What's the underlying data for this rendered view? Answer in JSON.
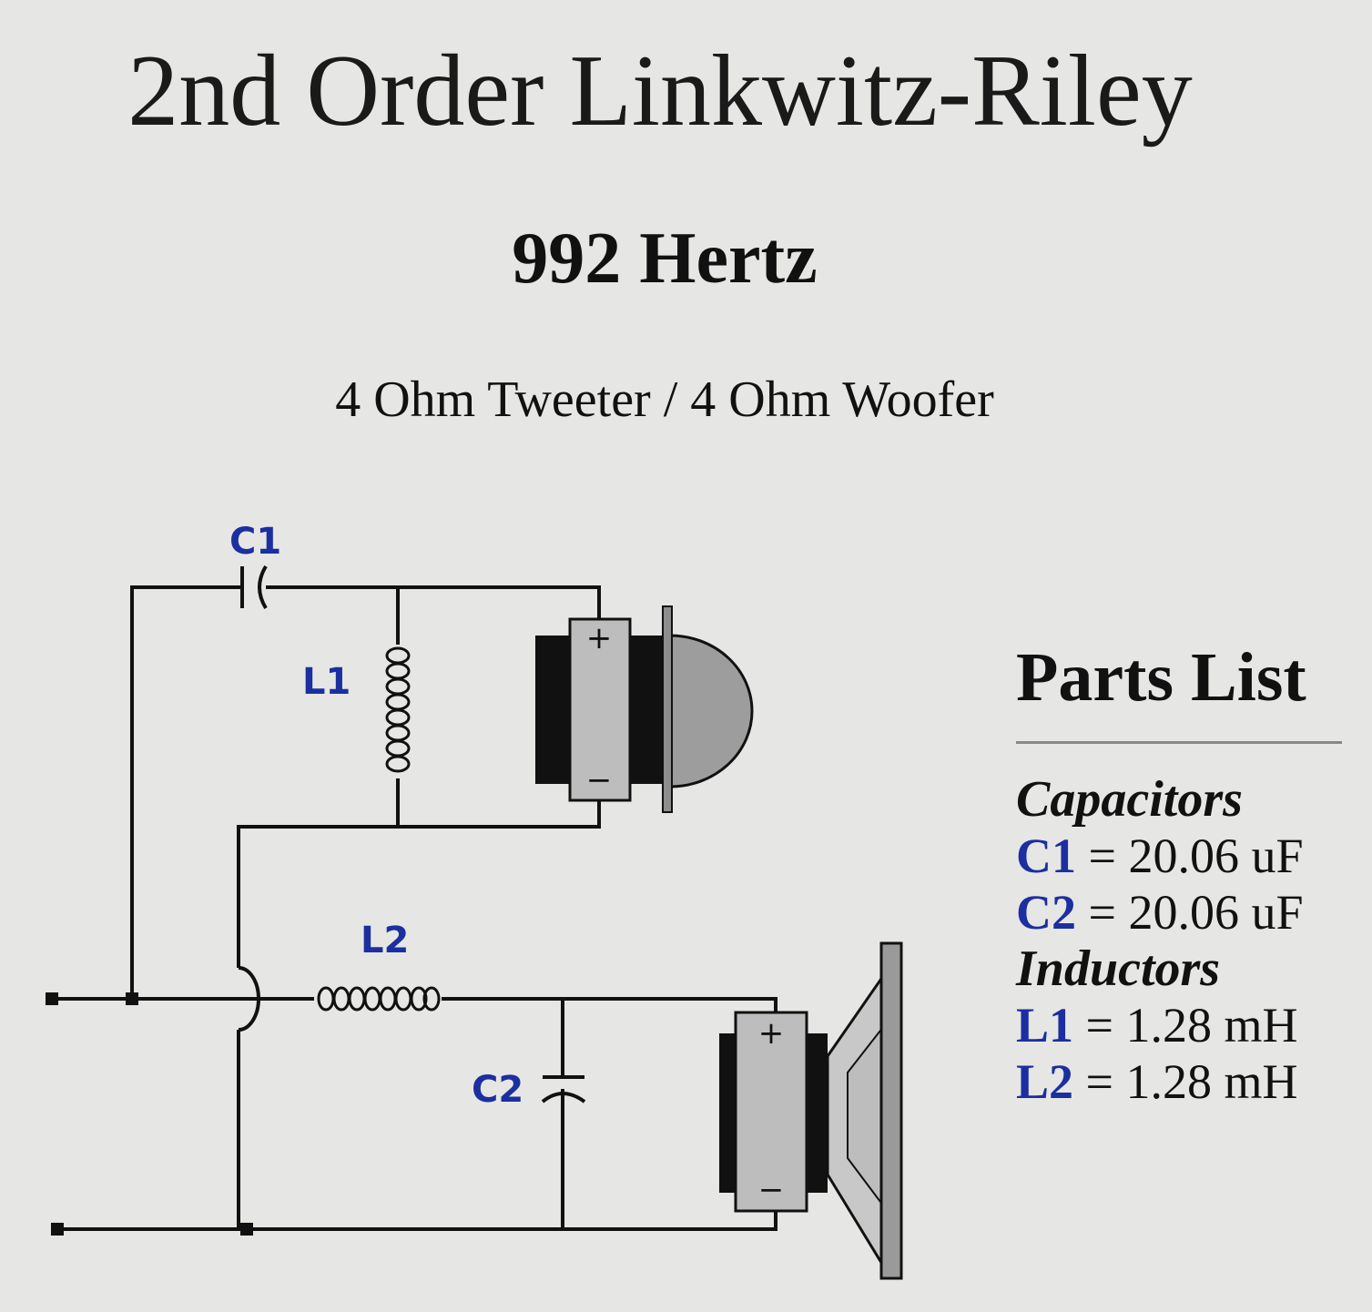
{
  "header": {
    "title": "2nd Order Linkwitz-Riley",
    "frequency": "992 Hertz",
    "impedance": "4 Ohm Tweeter / 4 Ohm Woofer"
  },
  "schematic": {
    "labels": {
      "c1": "C1",
      "l1": "L1",
      "l2": "L2",
      "c2": "C2"
    },
    "tweeter": {
      "plus": "+",
      "minus": "−"
    },
    "woofer": {
      "plus": "+",
      "minus": "−"
    }
  },
  "parts_list": {
    "heading": "Parts List",
    "capacitors_label": "Capacitors",
    "capacitors": [
      {
        "ref": "C1",
        "value": " = 20.06 uF"
      },
      {
        "ref": "C2",
        "value": " = 20.06 uF"
      }
    ],
    "inductors_label": "Inductors",
    "inductors": [
      {
        "ref": "L1",
        "value": " = 1.28 mH"
      },
      {
        "ref": "L2",
        "value": " = 1.28 mH"
      }
    ]
  },
  "colors": {
    "label_blue": "#1b2fa0",
    "background": "#e6e6e4"
  }
}
